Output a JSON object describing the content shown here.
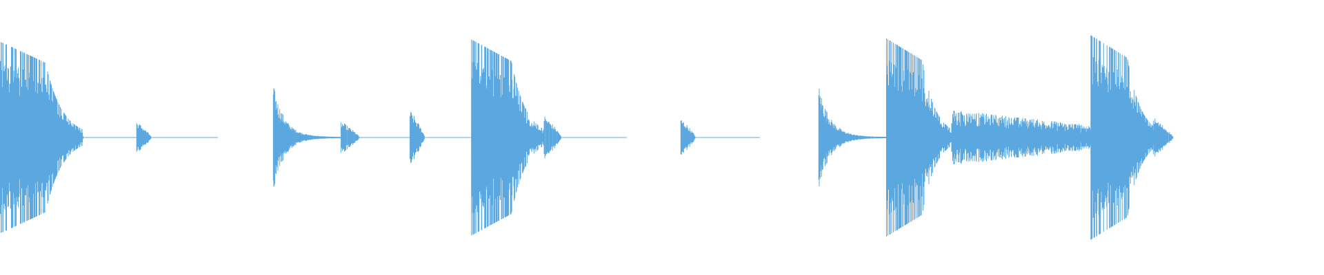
{
  "waveform": {
    "color": "#5ba8e1",
    "background": "#ffffff",
    "total_duration": 1.0,
    "segments": [
      {
        "start": 0.0,
        "end": 0.066,
        "kind": "hit",
        "peak": 0.93,
        "decay": 0.45
      },
      {
        "start": 0.055,
        "end": 0.067,
        "kind": "blip",
        "peak": 0.16
      },
      {
        "start": 0.067,
        "end": 0.109,
        "kind": "line"
      },
      {
        "start": 0.109,
        "end": 0.121,
        "kind": "blip",
        "peak": 0.16
      },
      {
        "start": 0.121,
        "end": 0.174,
        "kind": "line"
      },
      {
        "start": 0.218,
        "end": 0.273,
        "kind": "thud",
        "peak": 0.51
      },
      {
        "start": 0.24,
        "end": 0.273,
        "kind": "line"
      },
      {
        "start": 0.272,
        "end": 0.287,
        "kind": "blip",
        "peak": 0.16
      },
      {
        "start": 0.287,
        "end": 0.327,
        "kind": "line"
      },
      {
        "start": 0.327,
        "end": 0.339,
        "kind": "blip",
        "peak": 0.27
      },
      {
        "start": 0.339,
        "end": 0.377,
        "kind": "line"
      },
      {
        "start": 0.376,
        "end": 0.434,
        "kind": "hit",
        "peak": 0.95,
        "decay": 0.5
      },
      {
        "start": 0.434,
        "end": 0.448,
        "kind": "blip",
        "peak": 0.22
      },
      {
        "start": 0.448,
        "end": 0.5,
        "kind": "line"
      },
      {
        "start": 0.543,
        "end": 0.555,
        "kind": "blip",
        "peak": 0.19
      },
      {
        "start": 0.555,
        "end": 0.606,
        "kind": "line"
      },
      {
        "start": 0.653,
        "end": 0.709,
        "kind": "thud",
        "peak": 0.51
      },
      {
        "start": 0.672,
        "end": 0.709,
        "kind": "line"
      },
      {
        "start": 0.707,
        "end": 0.759,
        "kind": "hit",
        "peak": 0.96,
        "decay": 0.5
      },
      {
        "start": 0.759,
        "end": 0.87,
        "kind": "noise",
        "peak": 0.27
      },
      {
        "start": 0.87,
        "end": 0.923,
        "kind": "hit",
        "peak": 0.99,
        "decay": 0.5
      },
      {
        "start": 0.92,
        "end": 0.936,
        "kind": "blip",
        "peak": 0.2
      }
    ]
  }
}
